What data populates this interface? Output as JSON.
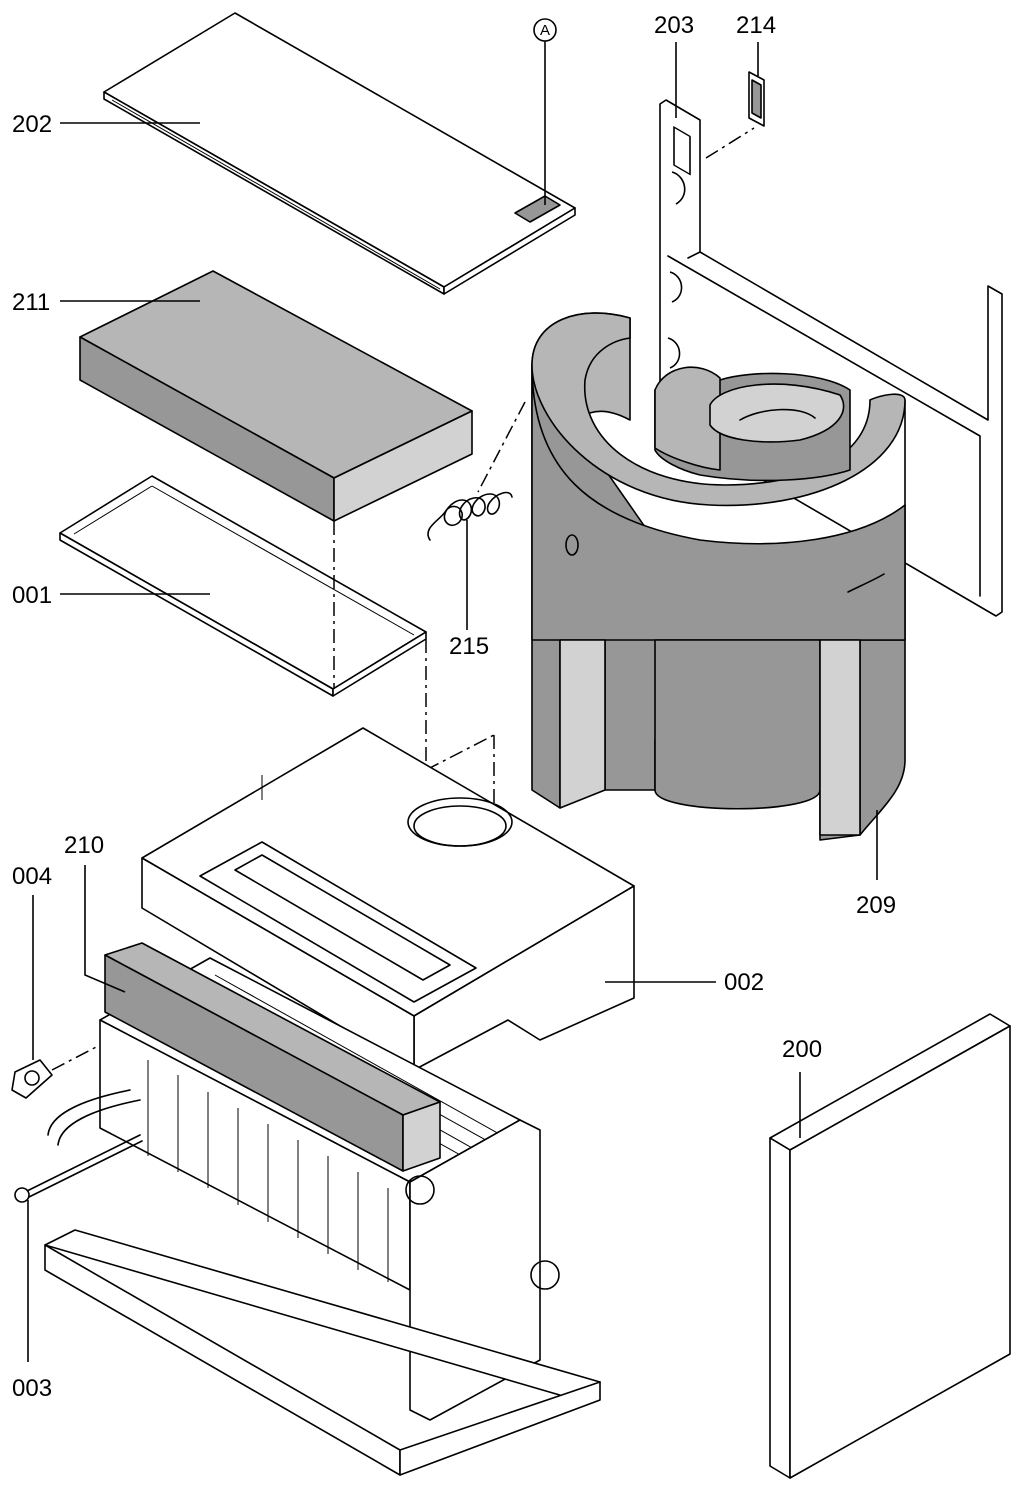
{
  "labels": {
    "p202": "202",
    "p211": "211",
    "p001": "001",
    "p215": "215",
    "p203": "203",
    "p214": "214",
    "p209": "209",
    "p210": "210",
    "p004": "004",
    "p002": "002",
    "p003": "003",
    "p200": "200",
    "detail_a": "A"
  },
  "colors": {
    "insulation_dark": "#979797",
    "insulation_mid": "#b6b6b6",
    "insulation_light": "#d2d2d2",
    "line": "#000000",
    "background": "#ffffff"
  }
}
